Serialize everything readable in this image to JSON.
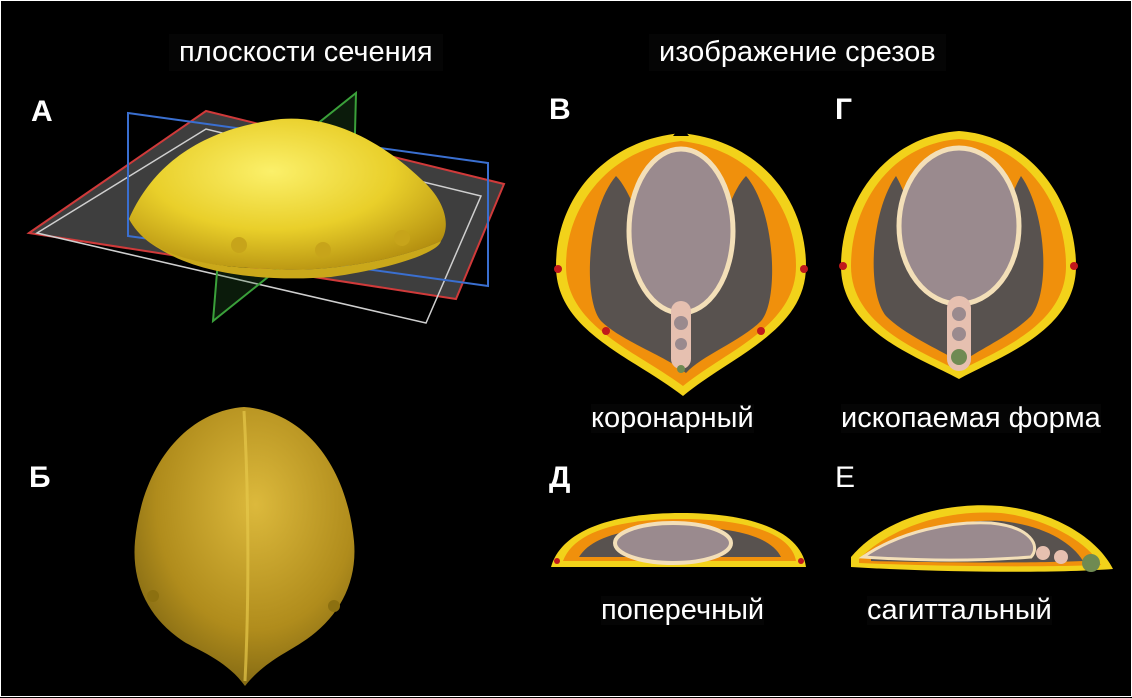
{
  "headings": {
    "planes": "плоскости сечения",
    "sections": "изображение срезов"
  },
  "panels": {
    "a": "А",
    "b": "Б",
    "v": "В",
    "g": "Г",
    "d": "Д",
    "e": "Е"
  },
  "captions": {
    "coronal": "коронарный",
    "fossil": "ископаемая  форма",
    "transverse": "поперечный",
    "sagittal": "сагиттальный"
  },
  "colors": {
    "yellow_rim": "#f2d21a",
    "orange_layer": "#f0900c",
    "dark_tissue": "#58524f",
    "inner_cavity": "#9a8a8e",
    "cream_outline": "#f3dfb8",
    "red_dot": "#c0181c",
    "green_dot": "#6f8a52"
  }
}
